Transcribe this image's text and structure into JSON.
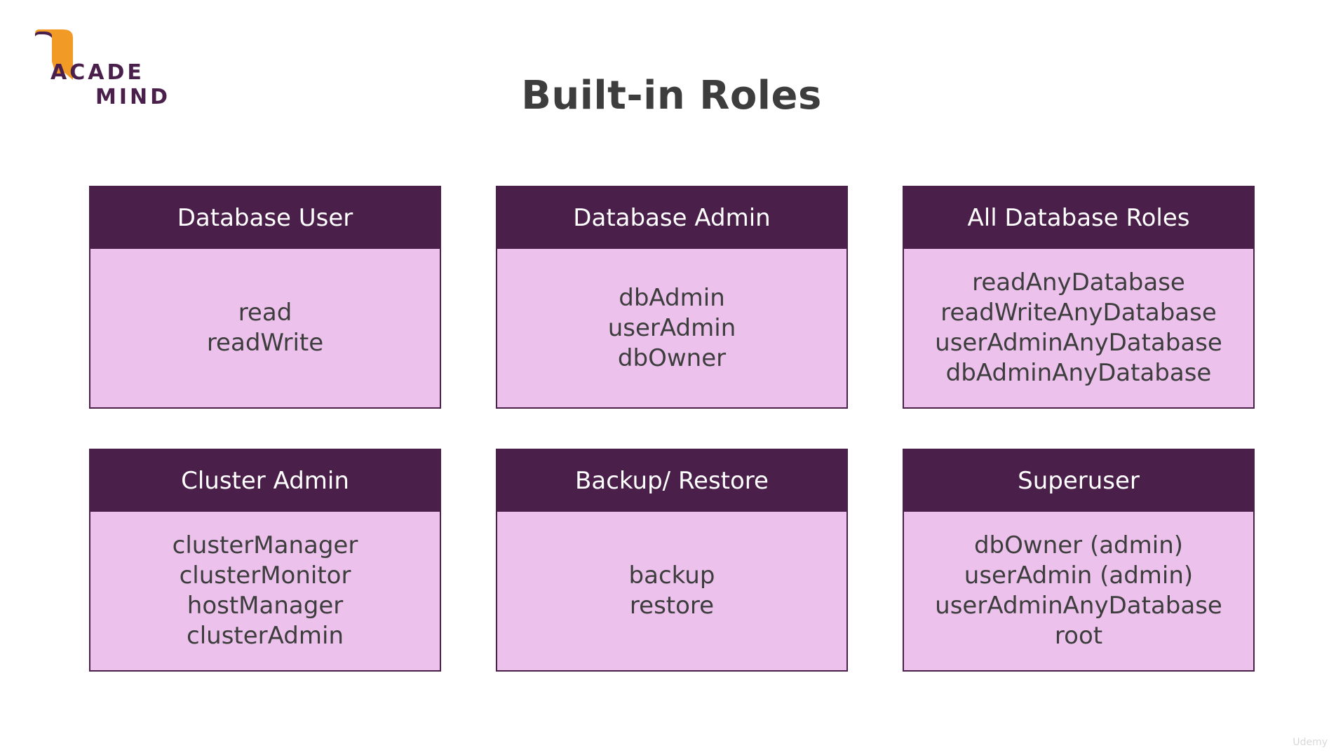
{
  "logo": {
    "line1": "ACADE",
    "line2": "MIND",
    "brand_color": "#4a1f4b",
    "accent_color": "#f29a26"
  },
  "title": "Built-in Roles",
  "colors": {
    "header_bg": "#4a1f4a",
    "body_bg": "#ecc2ec",
    "text": "#3d3d3d"
  },
  "cards": [
    {
      "title": "Database User",
      "items": [
        "read",
        "readWrite"
      ]
    },
    {
      "title": "Database Admin",
      "items": [
        "dbAdmin",
        "userAdmin",
        "dbOwner"
      ]
    },
    {
      "title": "All Database Roles",
      "items": [
        "readAnyDatabase",
        "readWriteAnyDatabase",
        "userAdminAnyDatabase",
        "dbAdminAnyDatabase"
      ]
    },
    {
      "title": "Cluster Admin",
      "items": [
        "clusterManager",
        "clusterMonitor",
        "hostManager",
        "clusterAdmin"
      ]
    },
    {
      "title": "Backup/ Restore",
      "items": [
        "backup",
        "restore"
      ]
    },
    {
      "title": "Superuser",
      "items": [
        "dbOwner (admin)",
        "userAdmin (admin)",
        "userAdminAnyDatabase",
        "root"
      ]
    }
  ],
  "watermark": {
    "text": "Udemy"
  }
}
